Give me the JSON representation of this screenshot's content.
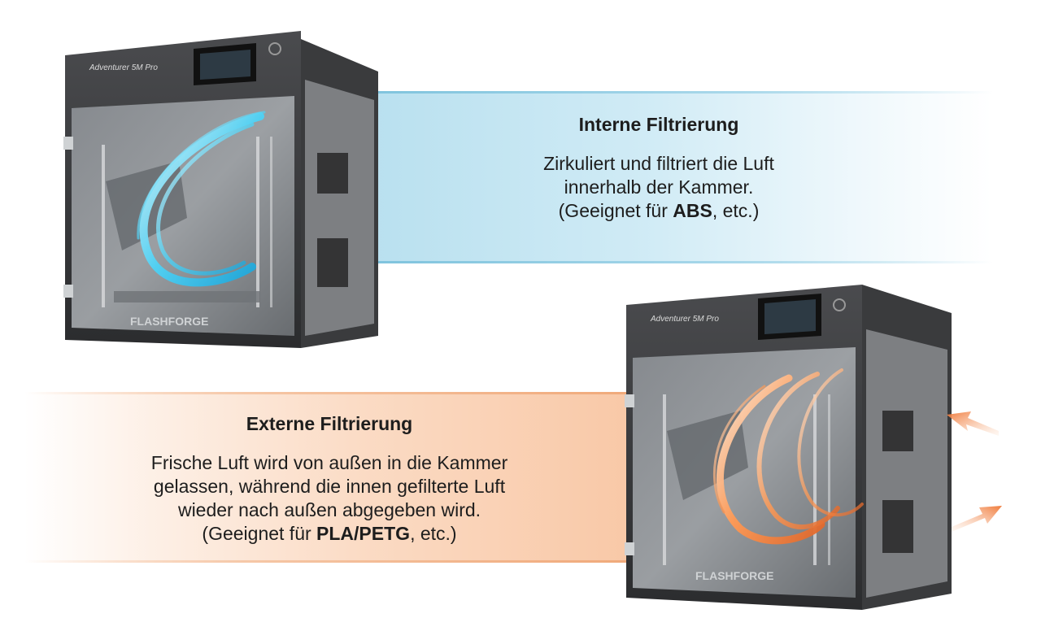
{
  "internal": {
    "title": "Interne Filtrierung",
    "line1": "Zirkuliert und filtriert die Luft",
    "line2": "innerhalb der Kammer.",
    "line3_prefix": "(Geeignet für ",
    "line3_bold": "ABS",
    "line3_suffix": ", etc.)",
    "accent_color": "#3fb8e0"
  },
  "external": {
    "title": "Externe Filtrierung",
    "line1": "Frische Luft wird von außen in die Kammer",
    "line2": "gelassen, während die innen gefilterte Luft",
    "line3": "wieder nach außen abgegeben wird.",
    "line4_prefix": "(Geeignet für ",
    "line4_bold": "PLA/PETG",
    "line4_suffix": ", etc.)",
    "accent_color": "#f08a4b"
  },
  "printer": {
    "model_label": "Adventurer 5M Pro",
    "brand_label": "FLASHFORGE"
  }
}
